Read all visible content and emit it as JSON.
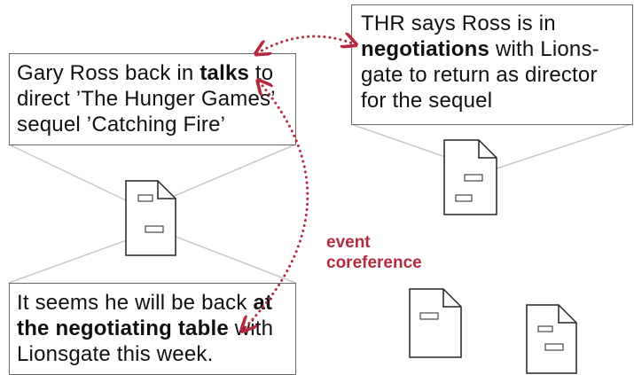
{
  "boxes": {
    "left_top": {
      "part1": "Gary Ross back in ",
      "bold": "talks",
      "part2": " to direct ’The Hunger Games’ sequel ’Catching Fire’"
    },
    "right_top": {
      "part1": "THR says Ross is in ",
      "bold": "negotiations",
      "part2": " with Lions-gate to return as director for the sequel"
    },
    "left_bottom": {
      "part1": "It seems he will be back ",
      "bold": "at the negotiating table",
      "part2": " with Lionsgate this week."
    }
  },
  "relation_label": {
    "line1": "event",
    "line2": "coreference"
  },
  "colors": {
    "accent": "#b52a3f",
    "border": "#666666",
    "connector": "#c8c8c8"
  },
  "icons": [
    "document-icon",
    "document-icon",
    "document-icon",
    "document-icon"
  ]
}
